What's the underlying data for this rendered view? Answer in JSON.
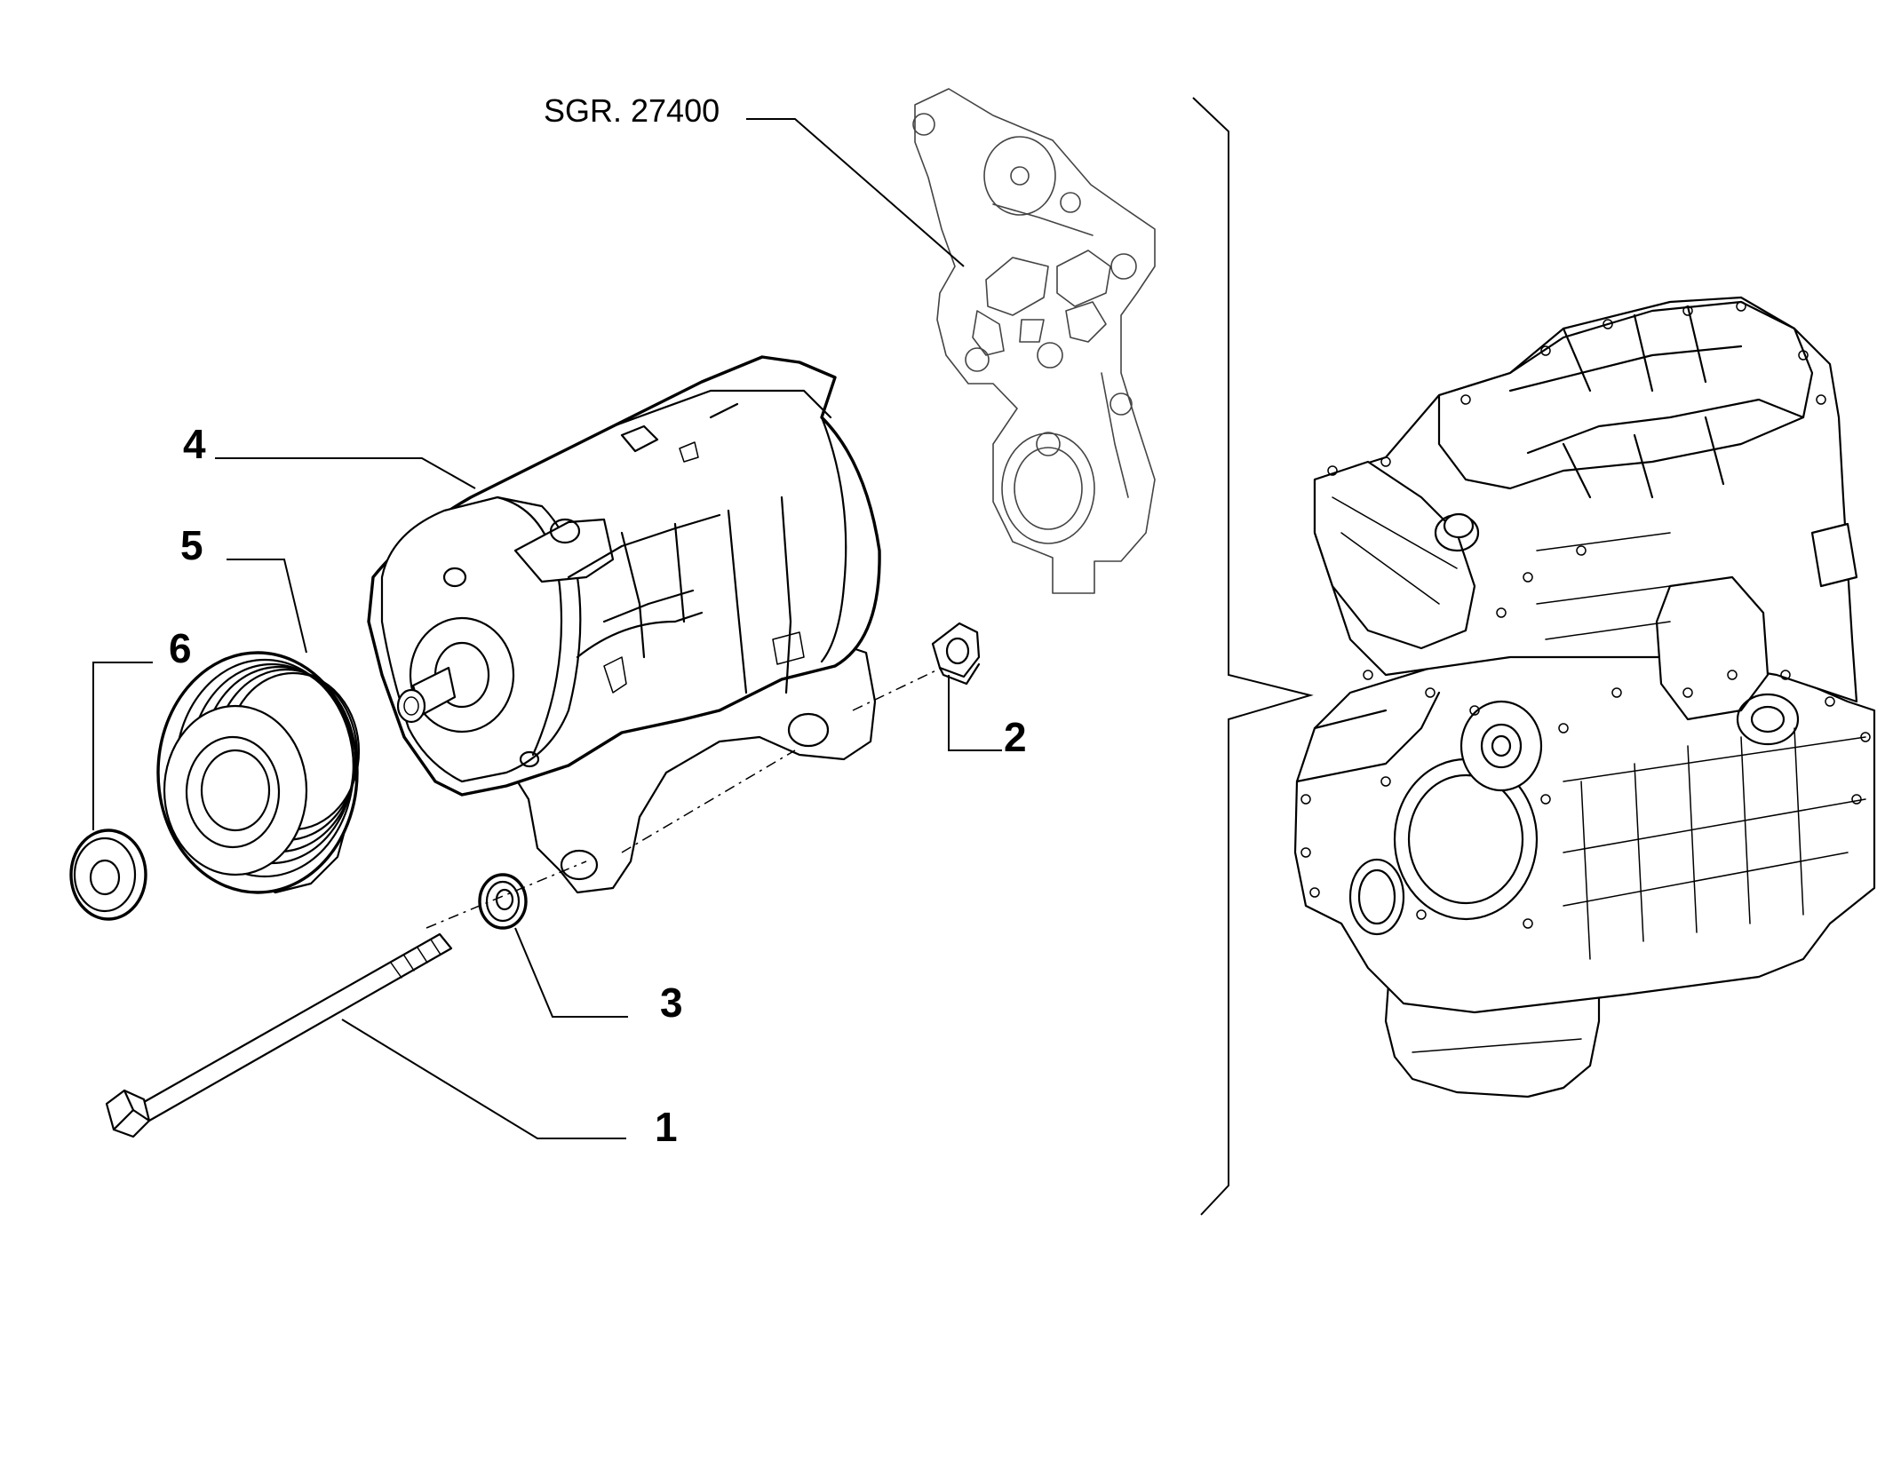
{
  "reference": {
    "text": "SGR. 27400"
  },
  "callouts": [
    {
      "id": "1",
      "text": "1"
    },
    {
      "id": "2",
      "text": "2"
    },
    {
      "id": "3",
      "text": "3"
    },
    {
      "id": "4",
      "text": "4"
    },
    {
      "id": "5",
      "text": "5"
    },
    {
      "id": "6",
      "text": "6"
    }
  ],
  "parts": [
    {
      "callout": "1",
      "icon": "bolt-icon"
    },
    {
      "callout": "2",
      "icon": "nut-icon"
    },
    {
      "callout": "3",
      "icon": "washer-icon"
    },
    {
      "callout": "4",
      "icon": "alternator-icon"
    },
    {
      "callout": "5",
      "icon": "pulley-icon"
    },
    {
      "callout": "6",
      "icon": "washer-icon"
    }
  ]
}
